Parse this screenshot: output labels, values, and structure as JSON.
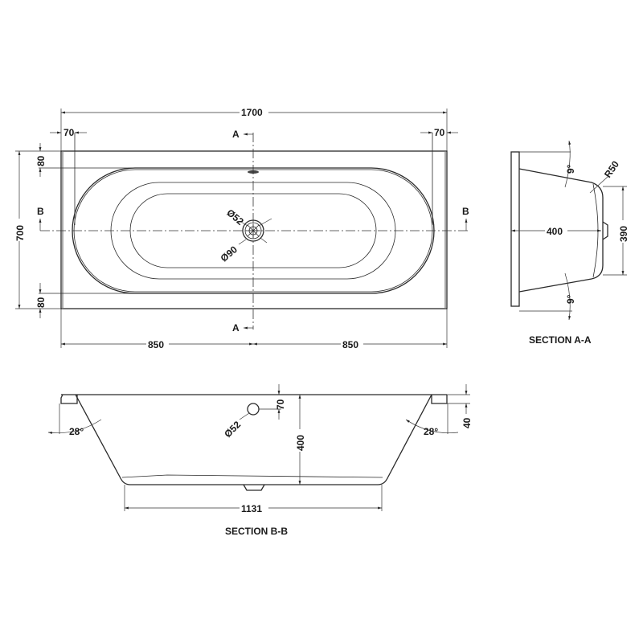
{
  "plan_view": {
    "overall_length": "1700",
    "overall_width": "700",
    "left_rim": "70",
    "right_rim": "70",
    "top_rim": "80",
    "bottom_rim": "80",
    "half_left": "850",
    "half_right": "850",
    "waste_inner_dia": "Ø52",
    "waste_outer_dia": "Ø90",
    "section_a_top": "A",
    "section_a_bottom": "A",
    "section_b_left": "B",
    "section_b_right": "B"
  },
  "section_a": {
    "title": "SECTION A-A",
    "top_angle": "9°",
    "bottom_angle": "9°",
    "radius": "R50",
    "depth": "400",
    "base_width": "390"
  },
  "section_b": {
    "title": "SECTION B-B",
    "left_angle": "28°",
    "right_angle": "28°",
    "overflow_dia": "Ø52",
    "overflow_offset": "70",
    "depth": "400",
    "rim_height": "40",
    "base_length": "1131"
  }
}
